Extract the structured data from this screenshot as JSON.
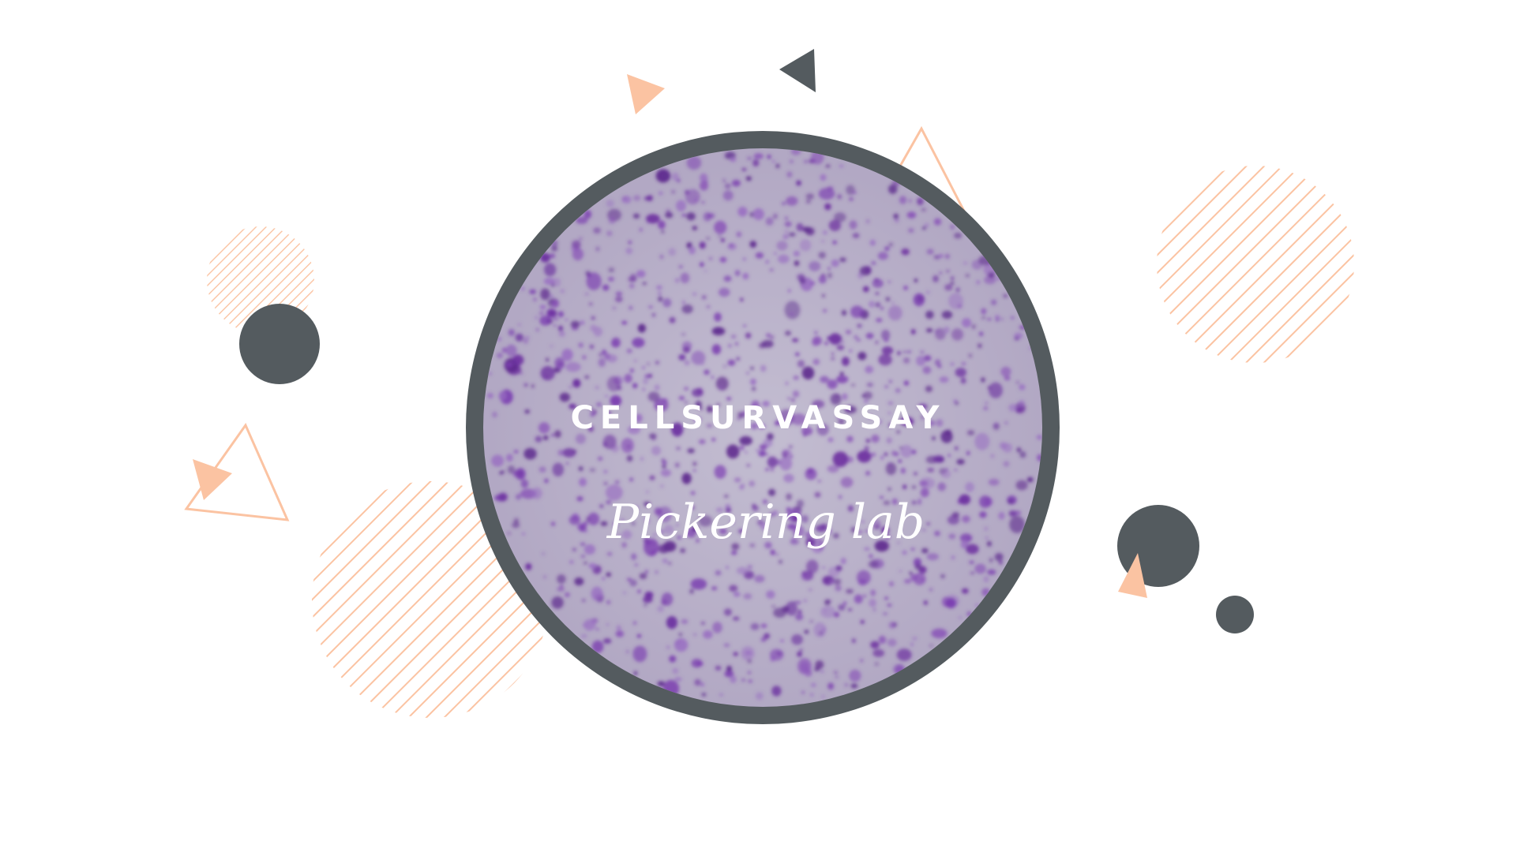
{
  "title": "CELLSURVASSAY",
  "subtitle": "Pickering lab",
  "colors": {
    "background": "#ffffff",
    "dark": "#545b5f",
    "accent": "#fbc3a2",
    "plate_base": "#b9b2c8",
    "colony": "#6c2fa0",
    "text": "#ffffff"
  },
  "icons": {
    "plate": "petri-dish-image",
    "shapes": [
      "circle",
      "triangle",
      "striped-circle"
    ]
  }
}
